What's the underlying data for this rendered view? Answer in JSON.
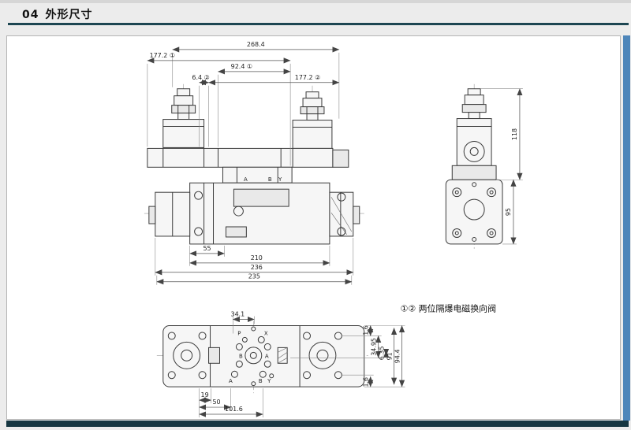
{
  "header": {
    "section": "04",
    "title": "外形尺寸"
  },
  "note": "①② 两位隔爆电磁换向阀",
  "front_view": {
    "dim_268": "268.4",
    "dim_177_1": "177.2 ①",
    "dim_92": "92.4 ①",
    "dim_6": "6.4 ②",
    "dim_177_2": "177.2 ②",
    "port_a": "A",
    "port_b": "B",
    "port_y": "Y",
    "dim_55": "55",
    "dim_210": "210",
    "dim_236": "236",
    "dim_235": "235"
  },
  "side_view": {
    "dim_118": "118",
    "dim_95": "95"
  },
  "bottom_view": {
    "port_p": "P",
    "port_x": "X",
    "port_b_center": "B",
    "port_a_center": "A",
    "port_a_bottom": "A",
    "port_b_bottom": "B",
    "port_y_bottom": "Y",
    "dim_34_1": "34.1",
    "dim_1_6_top": "1.6",
    "dim_34_95": "34.95",
    "dim_6_35": "6.35",
    "dim_91": "91",
    "dim_94_4": "94.4",
    "dim_1_6_bottom": "1.6",
    "dim_19": "19",
    "dim_50": "50",
    "dim_101_6": "101.6"
  }
}
